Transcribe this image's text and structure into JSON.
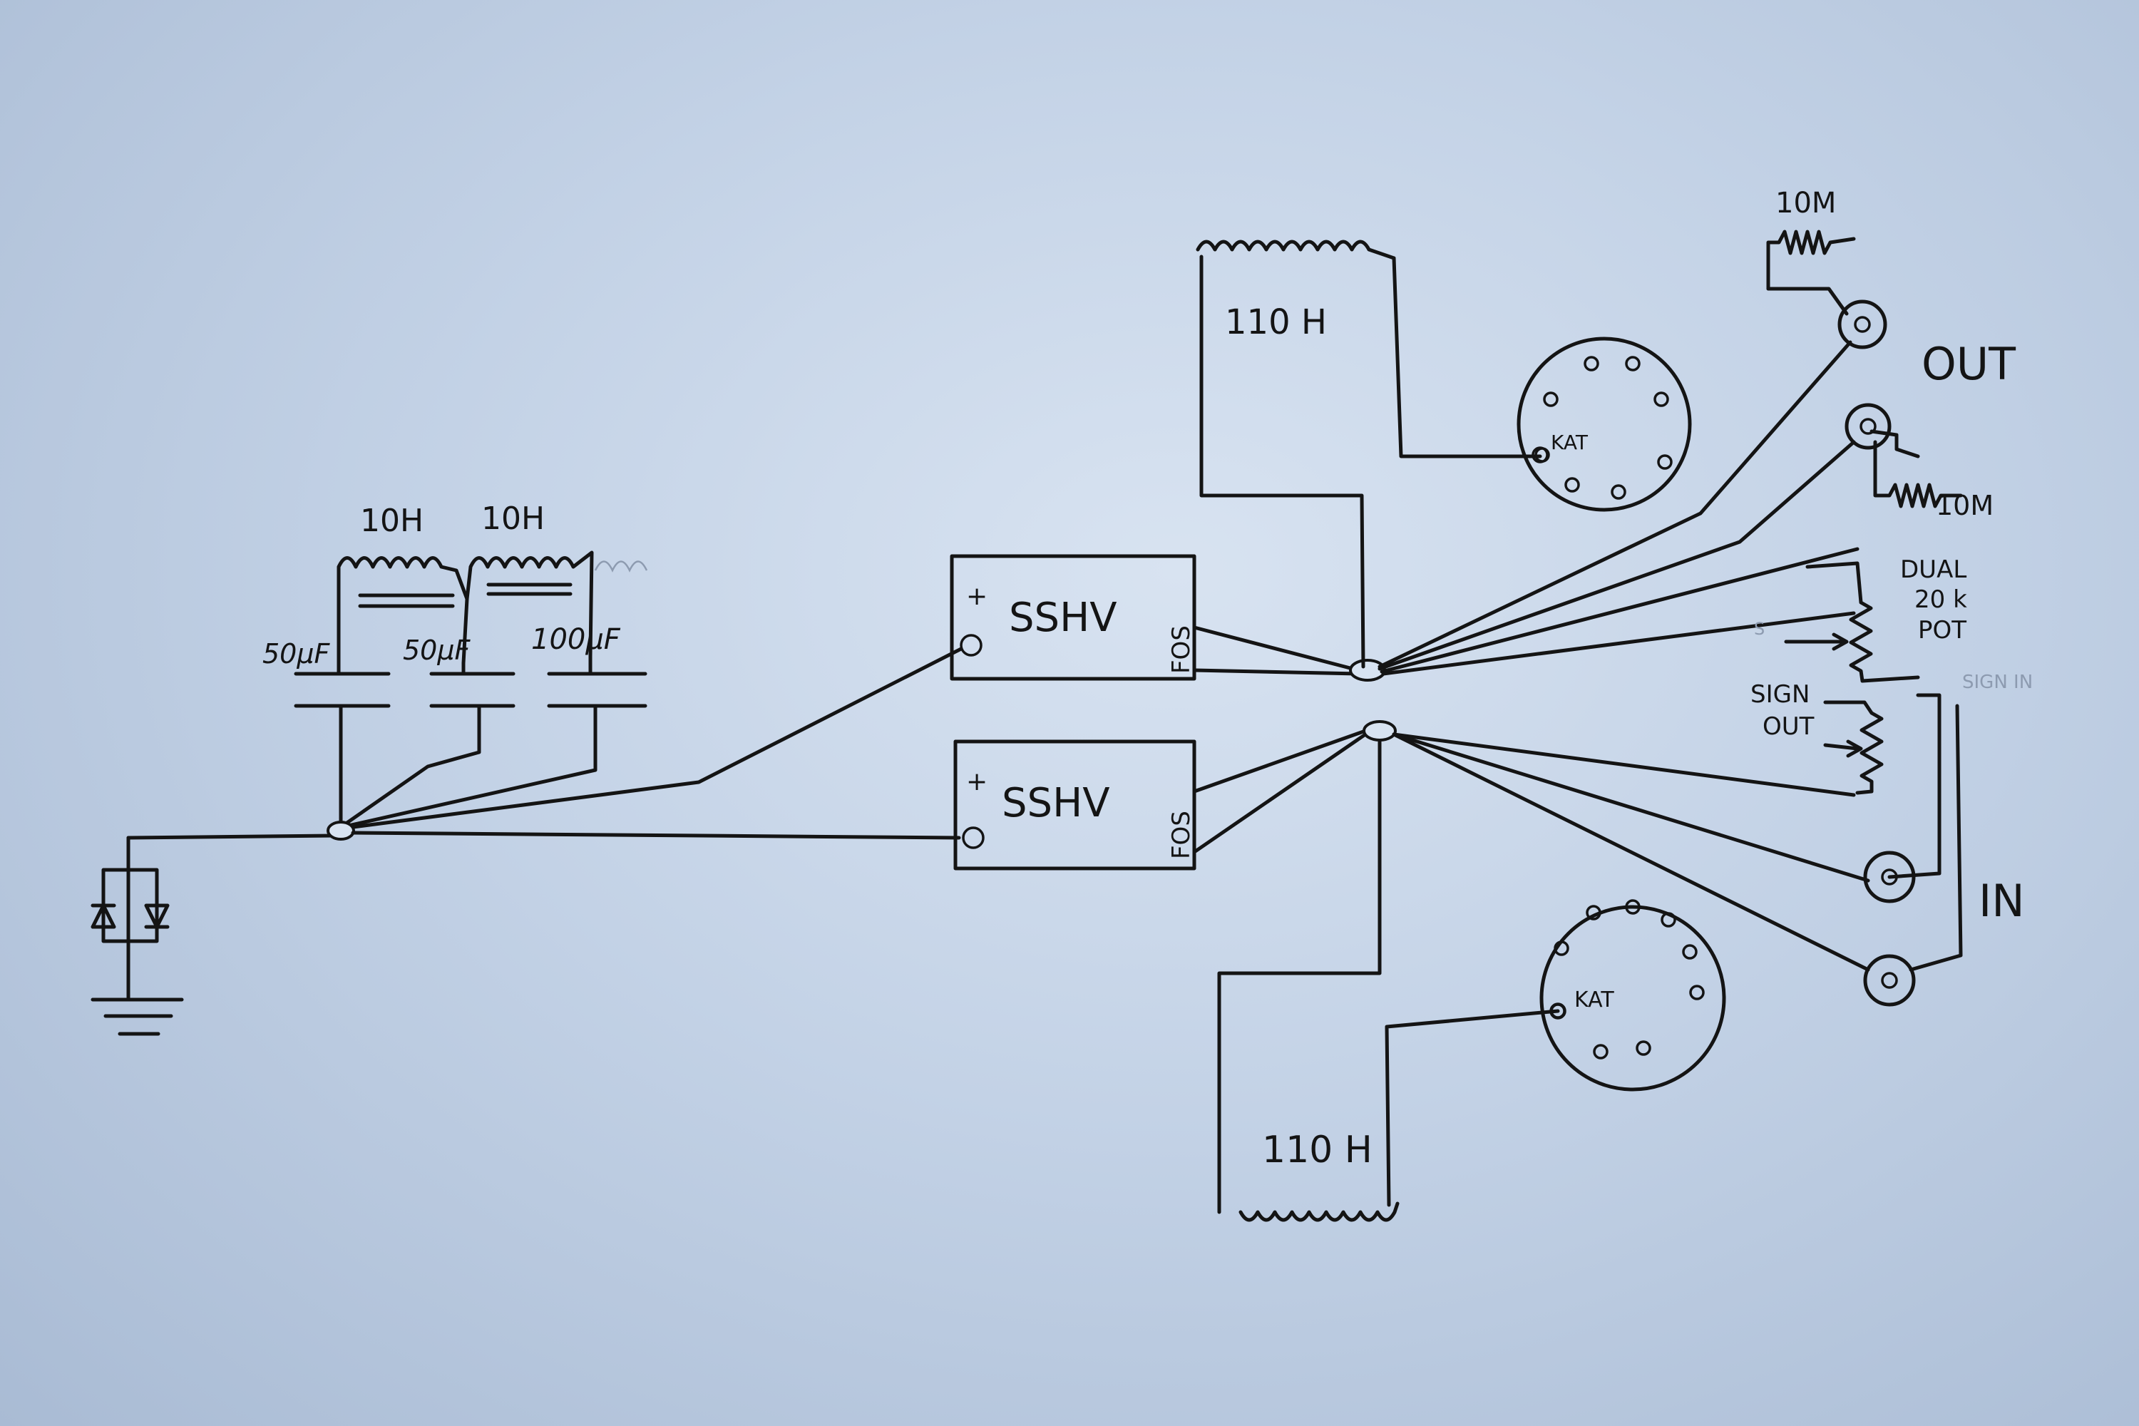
{
  "labels": {
    "choke_1": "10H",
    "choke_2": "10H",
    "cap_1": "50µF",
    "cap_2": "50µF",
    "cap_3": "100µF",
    "sshv_top": "SSHV",
    "sshv_bottom": "SSHV",
    "fos_top": "FOS",
    "fos_bottom": "FOS",
    "plus_top": "+",
    "plus_bottom": "+",
    "xfmr_top": "110 H",
    "xfmr_bottom": "110 H",
    "kat_top": "KAT",
    "kat_bottom": "KAT",
    "res_top": "10M",
    "res_bottom": "10M",
    "out": "OUT",
    "in": "IN",
    "pot_line1": "DUAL",
    "pot_line2": "20 k",
    "pot_line3": "POT",
    "sign_out_line1": "SIGN",
    "sign_out_line2": "OUT",
    "sign_in": "SIGN IN",
    "pot_s": "S"
  }
}
